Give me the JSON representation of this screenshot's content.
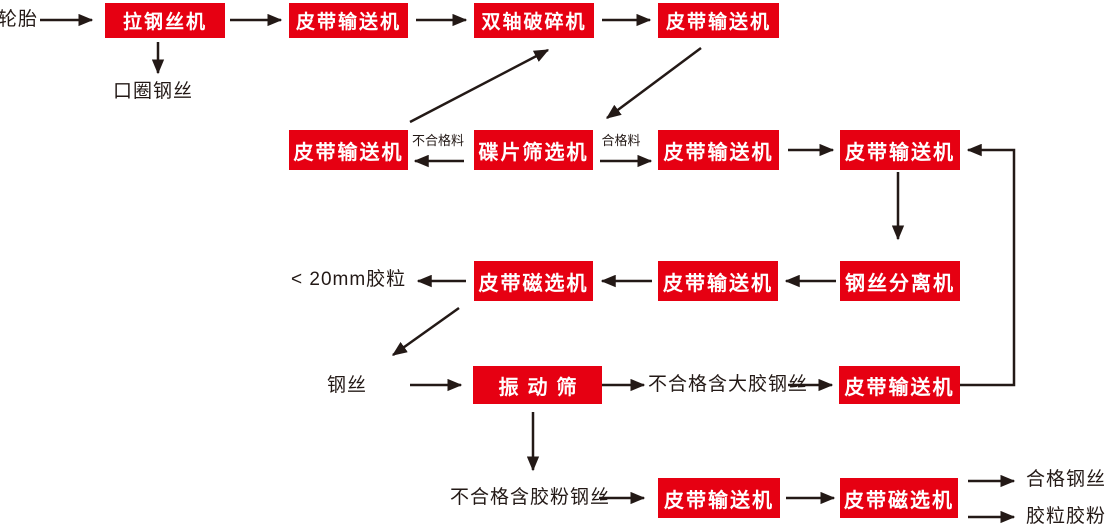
{
  "diagram": {
    "background": "#ffffff",
    "colors": {
      "process_box": "#e60012",
      "process_text": "#ffffff",
      "arrow": "#231916",
      "label_text": "#231916"
    },
    "nodes": {
      "wire_drawing_machine": "拉钢丝机",
      "belt_conveyor_1": "皮带输送机",
      "double_shaft_crusher": "双轴破碎机",
      "belt_conveyor_2": "皮带输送机",
      "belt_conveyor_reject_return": "皮带输送机",
      "disc_screening_machine": "碟片筛选机",
      "belt_conveyor_3": "皮带输送机",
      "belt_conveyor_4": "皮带输送机",
      "steel_wire_separator": "钢丝分离机",
      "belt_conveyor_5": "皮带输送机",
      "belt_magnetic_separator_1": "皮带磁选机",
      "vibrating_screen": "振动筛",
      "belt_conveyor_6": "皮带输送机",
      "belt_conveyor_7": "皮带输送机",
      "belt_magnetic_separator_2": "皮带磁选机"
    },
    "labels": {
      "tire": "轮胎",
      "bead_ring_steel_wire": "口圈钢丝",
      "unqualified_material": "不合格料",
      "qualified_material": "合格料",
      "rubber_granules_under_20mm": "< 20mm胶粒",
      "steel_wire": "钢丝",
      "unqualified_wire_with_large_rubber": "不合格含大胶钢丝",
      "unqualified_wire_with_rubber_powder": "不合格含胶粉钢丝",
      "qualified_steel_wire": "合格钢丝",
      "rubber_granules_and_powder": "胶粒胶粉"
    }
  }
}
